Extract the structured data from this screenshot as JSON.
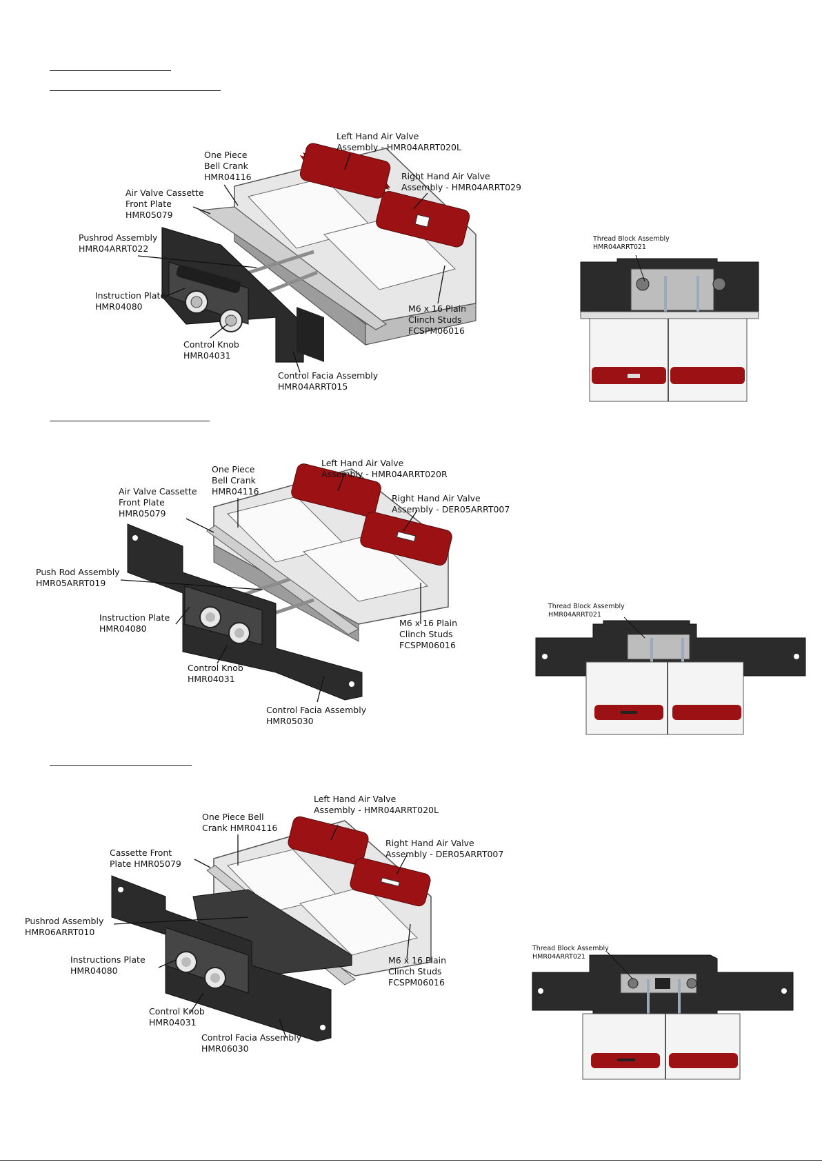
{
  "figures": [
    {
      "labels": {
        "left_valve": [
          "Left Hand Air Valve",
          "Assembly - HMR04ARRT020L"
        ],
        "bell_crank": [
          "One Piece",
          "Bell Crank",
          "HMR04116"
        ],
        "right_valve": [
          "Right Hand Air Valve",
          "Assembly - HMR04ARRT029"
        ],
        "front_plate": [
          "Air Valve Cassette",
          "Front Plate",
          "HMR05079"
        ],
        "pushrod": [
          "Pushrod Assembly",
          "HMR04ARRT022"
        ],
        "instruction_plate": [
          "Instruction Plate",
          "HMR04080"
        ],
        "clinch_studs": [
          "M6 x 16 Plain",
          "Clinch Studs",
          "FCSPM06016"
        ],
        "control_knob": [
          "Control Knob",
          "HMR04031"
        ],
        "control_facia": [
          "Control Facia Assembly",
          "HMR04ARRT015"
        ]
      },
      "thread_block": [
        "Thread Block Assembly",
        "HMR04ARRT021"
      ]
    },
    {
      "labels": {
        "left_valve": [
          "Left Hand Air Valve",
          "Assembly - HMR04ARRT020R"
        ],
        "bell_crank": [
          "One Piece",
          "Bell Crank",
          "HMR04116"
        ],
        "right_valve": [
          "Right Hand Air Valve",
          "Assembly - DER05ARRT007"
        ],
        "front_plate": [
          "Air Valve Cassette",
          "Front Plate",
          "HMR05079"
        ],
        "pushrod": [
          "Push Rod Assembly",
          "HMR05ARRT019"
        ],
        "instruction_plate": [
          "Instruction Plate",
          "HMR04080"
        ],
        "clinch_studs": [
          "M6 x 16 Plain",
          "Clinch Studs",
          "FCSPM06016"
        ],
        "control_knob": [
          "Control Knob",
          "HMR04031"
        ],
        "control_facia": [
          "Control Facia Assembly",
          "HMR05030"
        ]
      },
      "thread_block": [
        "Thread Block Assembly",
        "HMR04ARRT021"
      ]
    },
    {
      "labels": {
        "left_valve": [
          "Left Hand Air Valve",
          "Assembly - HMR04ARRT020L"
        ],
        "bell_crank": [
          "One Piece Bell",
          "Crank HMR04116"
        ],
        "right_valve": [
          "Right Hand Air Valve",
          "Assembly - DER05ARRT007"
        ],
        "front_plate": [
          "Cassette Front",
          "Plate HMR05079"
        ],
        "pushrod": [
          "Pushrod Assembly",
          "HMR06ARRT010"
        ],
        "instruction_plate": [
          "Instructions Plate",
          "HMR04080"
        ],
        "clinch_studs": [
          "M6 x 16 Plain",
          "Clinch Studs",
          "FCSPM06016"
        ],
        "control_knob": [
          "Control Knob",
          "HMR04031"
        ],
        "control_facia": [
          "Control Facia Assembly",
          "HMR06030"
        ]
      },
      "thread_block": [
        "Thread Block Assembly",
        "HMR04ARRT021"
      ]
    }
  ],
  "colors": {
    "valve_red": "#9b1114",
    "facia_black": "#2b2b2b",
    "steel": "#b9b9b9"
  }
}
